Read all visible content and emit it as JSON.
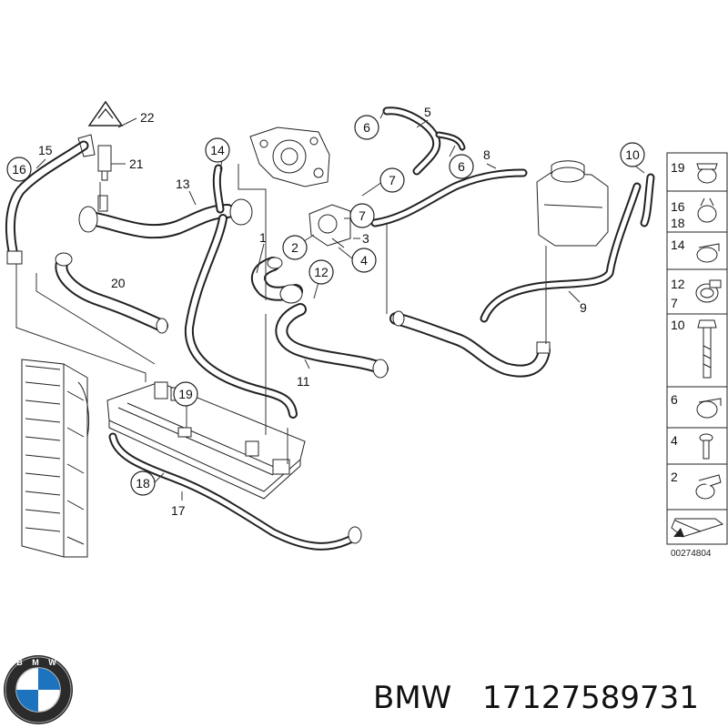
{
  "diagram": {
    "callouts_plain": [
      {
        "label": "22"
      },
      {
        "label": "15"
      },
      {
        "label": "21"
      },
      {
        "label": "13"
      },
      {
        "label": "5"
      },
      {
        "label": "8"
      },
      {
        "label": "1"
      },
      {
        "label": "3"
      },
      {
        "label": "20"
      },
      {
        "label": "9"
      },
      {
        "label": "11"
      },
      {
        "label": "17"
      }
    ],
    "callouts_circled": [
      {
        "label": "16"
      },
      {
        "label": "14"
      },
      {
        "label": "6"
      },
      {
        "label": "6"
      },
      {
        "label": "7"
      },
      {
        "label": "7"
      },
      {
        "label": "2"
      },
      {
        "label": "4"
      },
      {
        "label": "12"
      },
      {
        "label": "10"
      },
      {
        "label": "19"
      },
      {
        "label": "18"
      }
    ],
    "legend": [
      {
        "label": "19",
        "part": "hose-clamp"
      },
      {
        "label": "16",
        "part": "spring-clamp"
      },
      {
        "label": "18",
        "part": "spring-clamp"
      },
      {
        "label": "14",
        "part": "hose-clamp"
      },
      {
        "label": "12",
        "part": "worm-clamp"
      },
      {
        "label": "7",
        "part": "worm-clamp"
      },
      {
        "label": "10",
        "part": "bolt"
      },
      {
        "label": "6",
        "part": "hose-clamp"
      },
      {
        "label": "4",
        "part": "screw"
      },
      {
        "label": "2",
        "part": "spring-clamp"
      }
    ],
    "reference_number": "00274804"
  },
  "footer": {
    "brand": "BMW",
    "part_number": "17127589731",
    "logo_letters": "B M W"
  }
}
